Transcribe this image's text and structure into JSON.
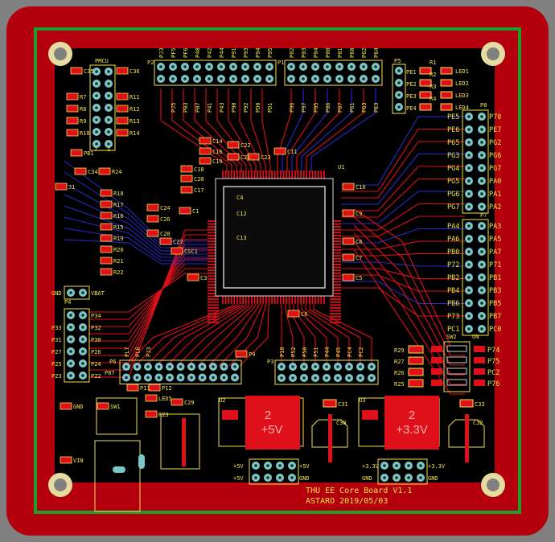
{
  "board": {
    "title_line1": "THU EE Core Board V1.1",
    "title_line2": "ASTARO 2019/05/03",
    "colors": {
      "board": "#b3000c",
      "copper_top": "#e0101a",
      "copper_bottom": "#2a2ad0",
      "silk": "#f2e24a",
      "keepout": "#1e9e2a",
      "pad": "#7cc8c8",
      "hole": "#e6dca0"
    }
  },
  "headers": {
    "P2": {
      "name": "P2",
      "top": [
        "PJ3",
        "PF5",
        "PF6",
        "P40",
        "P42",
        "P44",
        "P91",
        "P93",
        "P94",
        "P95"
      ],
      "bottom": [
        "",
        "PJ5",
        "P03",
        "P07",
        "P41",
        "P43",
        "P90",
        "P92",
        "PD0",
        "PD1"
      ]
    },
    "P1": {
      "name": "P1",
      "top": [
        "P02",
        "P03",
        "P04",
        "P00",
        "P01",
        "P60",
        "P62",
        "P64"
      ],
      "bottom": [
        "P96",
        "P97",
        "P05",
        "P06",
        "P07",
        "P61",
        "P63",
        "PE3"
      ]
    },
    "P8": {
      "name": "P8",
      "left": [
        "PE5",
        "PE6",
        "P65",
        "PG3",
        "PG4",
        "PG5",
        "PG6",
        "PG7"
      ],
      "right": [
        "P70",
        "PE7",
        "PG2",
        "PG6",
        "PG7",
        "PA0",
        "PA1",
        "PA2"
      ]
    },
    "P7": {
      "name": "P7",
      "left": [
        "PA4",
        "PA6",
        "PB0",
        "P72",
        "PB2",
        "PB4",
        "PB6",
        "P73",
        "PC1"
      ],
      "right": [
        "PA3",
        "PA5",
        "PA7",
        "P71",
        "PB1",
        "PB3",
        "PB5",
        "PB7",
        "PC0"
      ]
    },
    "P4": {
      "name": "P4",
      "left": [
        "",
        "P33",
        "P31",
        "P27",
        "P25",
        "P23"
      ],
      "right": [
        "P34",
        "P32",
        "P30",
        "P26",
        "P24",
        "P22"
      ]
    },
    "P6": {
      "name": "P6",
      "top": [
        "PL7",
        "PL6",
        "PJ3",
        "",
        "",
        "",
        "",
        "",
        "",
        ""
      ],
      "left": "P87"
    },
    "P3": {
      "name": "P3",
      "top": [
        "P10",
        "P52",
        "P50",
        "P51",
        "P44",
        "P45",
        "PC4",
        "PC2"
      ]
    },
    "VBAT": {
      "left": "GND",
      "right": "VBAT"
    },
    "PMCU": {
      "name": "PMCU",
      "foot": [
        "7",
        "1"
      ]
    }
  },
  "switch": {
    "name": "SW2",
    "on_label": "ON",
    "pins": [
      "P74",
      "P75",
      "PC2",
      "P76"
    ],
    "resistors": [
      "R29",
      "R27",
      "R26",
      "R25"
    ]
  },
  "leds": {
    "labels": [
      "PE1",
      "PE2",
      "PE3",
      "PE4"
    ],
    "names": [
      "LED1",
      "LED2",
      "LED3",
      "LED4"
    ],
    "resistors": [
      "R1",
      "R2",
      "R3",
      "R4"
    ],
    "header": "P5"
  },
  "regulators": [
    {
      "name": "U2",
      "pin": "2",
      "voltage": "+5V",
      "out_top": [
        "+5V",
        "+5V"
      ],
      "out_bottom": [
        "+5V",
        "GND"
      ],
      "caps": [
        "C31",
        "C30"
      ]
    },
    {
      "name": "U3",
      "pin": "2",
      "voltage": "+3.3V",
      "out_top": [
        "+3.3V",
        "+3.3V"
      ],
      "out_bottom": [
        "GND",
        "GND"
      ],
      "caps": [
        "C33",
        "C32"
      ]
    }
  ],
  "mcu": {
    "name": "U1"
  },
  "components": [
    "C35",
    "C36",
    "R7",
    "R8",
    "R9",
    "R10",
    "R11",
    "R12",
    "R13",
    "R14",
    "PB1",
    "C34",
    "R24",
    "J1",
    "R18",
    "R17",
    "R16",
    "R15",
    "R19",
    "R20",
    "R21",
    "R22",
    "C24",
    "C26",
    "C28",
    "C27",
    "C1",
    "CSC1",
    "C14",
    "C16",
    "C18",
    "C20",
    "C19",
    "C17",
    "C22",
    "C21",
    "C23",
    "C11",
    "C10",
    "C9",
    "C8",
    "C7",
    "C5",
    "C6",
    "C3",
    "C4",
    "C12",
    "C13",
    "GND",
    "VIN",
    "SW1",
    "LED5",
    "R23",
    "C29",
    "P11",
    "P12",
    "P9"
  ]
}
